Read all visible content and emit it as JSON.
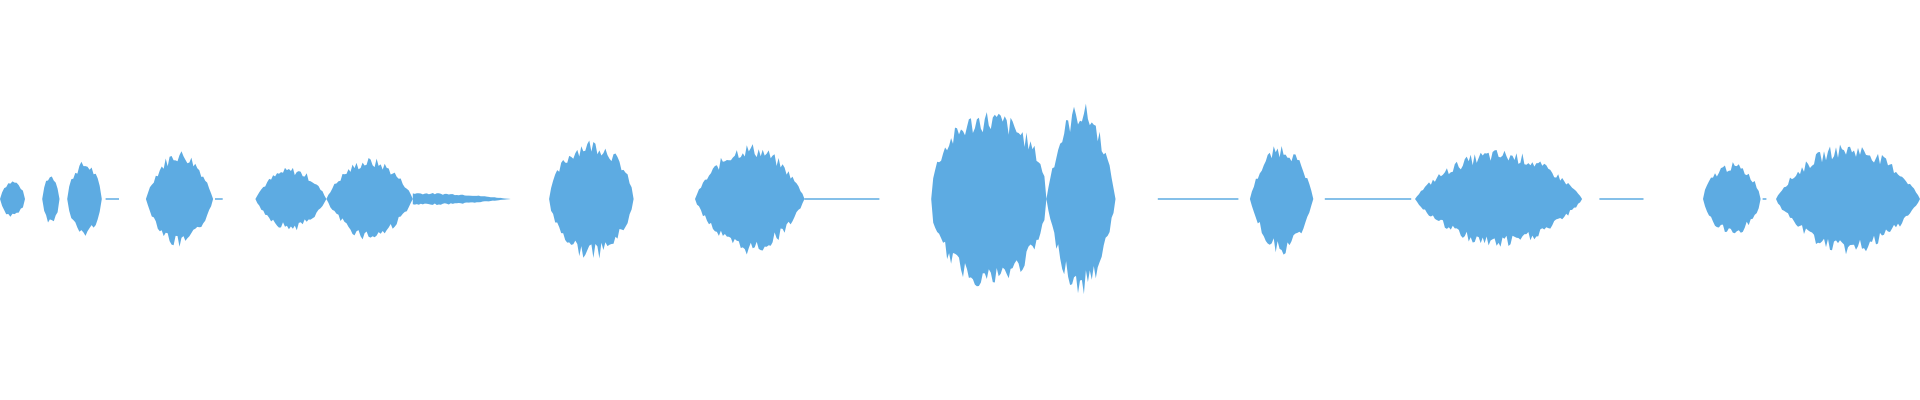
{
  "colors": {
    "background": "#ffffff",
    "waveform": "#5dabe2"
  },
  "waveform": {
    "segments": [
      {
        "start": 0.0,
        "end": 0.013,
        "amp": 0.12,
        "shape": "blob"
      },
      {
        "start": 0.022,
        "end": 0.031,
        "amp": 0.16,
        "shape": "blob"
      },
      {
        "start": 0.035,
        "end": 0.053,
        "amp": 0.24,
        "shape": "blob"
      },
      {
        "start": 0.076,
        "end": 0.111,
        "amp": 0.31,
        "shape": "hump"
      },
      {
        "start": 0.133,
        "end": 0.17,
        "amp": 0.2,
        "shape": "hump"
      },
      {
        "start": 0.17,
        "end": 0.215,
        "amp": 0.26,
        "shape": "hump"
      },
      {
        "start": 0.215,
        "end": 0.266,
        "amp": 0.05,
        "shape": "taper"
      },
      {
        "start": 0.286,
        "end": 0.33,
        "amp": 0.38,
        "shape": "blob"
      },
      {
        "start": 0.362,
        "end": 0.419,
        "amp": 0.35,
        "shape": "hump"
      },
      {
        "start": 0.485,
        "end": 0.545,
        "amp": 0.56,
        "shape": "wide"
      },
      {
        "start": 0.545,
        "end": 0.581,
        "amp": 0.61,
        "shape": "hump"
      },
      {
        "start": 0.651,
        "end": 0.684,
        "amp": 0.35,
        "shape": "hump"
      },
      {
        "start": 0.737,
        "end": 0.824,
        "amp": 0.31,
        "shape": "hump"
      },
      {
        "start": 0.887,
        "end": 0.917,
        "amp": 0.23,
        "shape": "blob"
      },
      {
        "start": 0.925,
        "end": 1.0,
        "amp": 0.35,
        "shape": "hump"
      }
    ],
    "noise": [
      [
        0.055,
        0.062
      ],
      [
        0.112,
        0.116
      ],
      [
        0.419,
        0.458
      ],
      [
        0.603,
        0.645
      ],
      [
        0.69,
        0.735
      ],
      [
        0.833,
        0.856
      ],
      [
        0.918,
        0.92
      ]
    ]
  }
}
